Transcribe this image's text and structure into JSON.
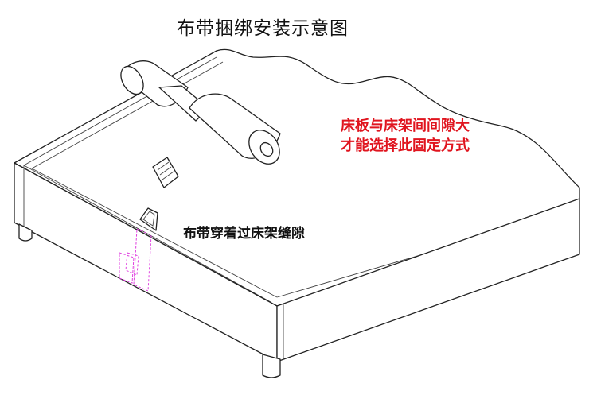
{
  "title": "布带捆绑安装示意图",
  "note_red_line1": "床板与床架间间隙大",
  "note_red_line2": "才能选择此固定方式",
  "note_strap": "布带穿着过床架缝隙",
  "colors": {
    "red_text": "#e0141e",
    "strap_highlight": "#e040e0",
    "line": "#222222"
  }
}
